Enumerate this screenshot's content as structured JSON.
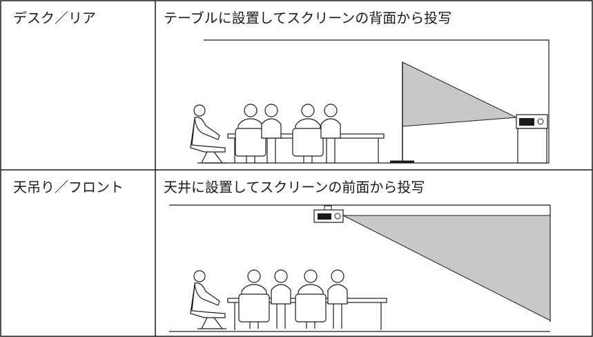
{
  "rows": [
    {
      "mode": "デスク／リア",
      "description": "テーブルに設置してスクリーンの背面から投写"
    },
    {
      "mode": "天吊り／フロント",
      "description": "天井に設置してスクリーンの前面から投写"
    }
  ],
  "colors": {
    "line": "#1a1a1a",
    "screen_fill": "#c8c8c8",
    "paper": "#ffffff"
  }
}
